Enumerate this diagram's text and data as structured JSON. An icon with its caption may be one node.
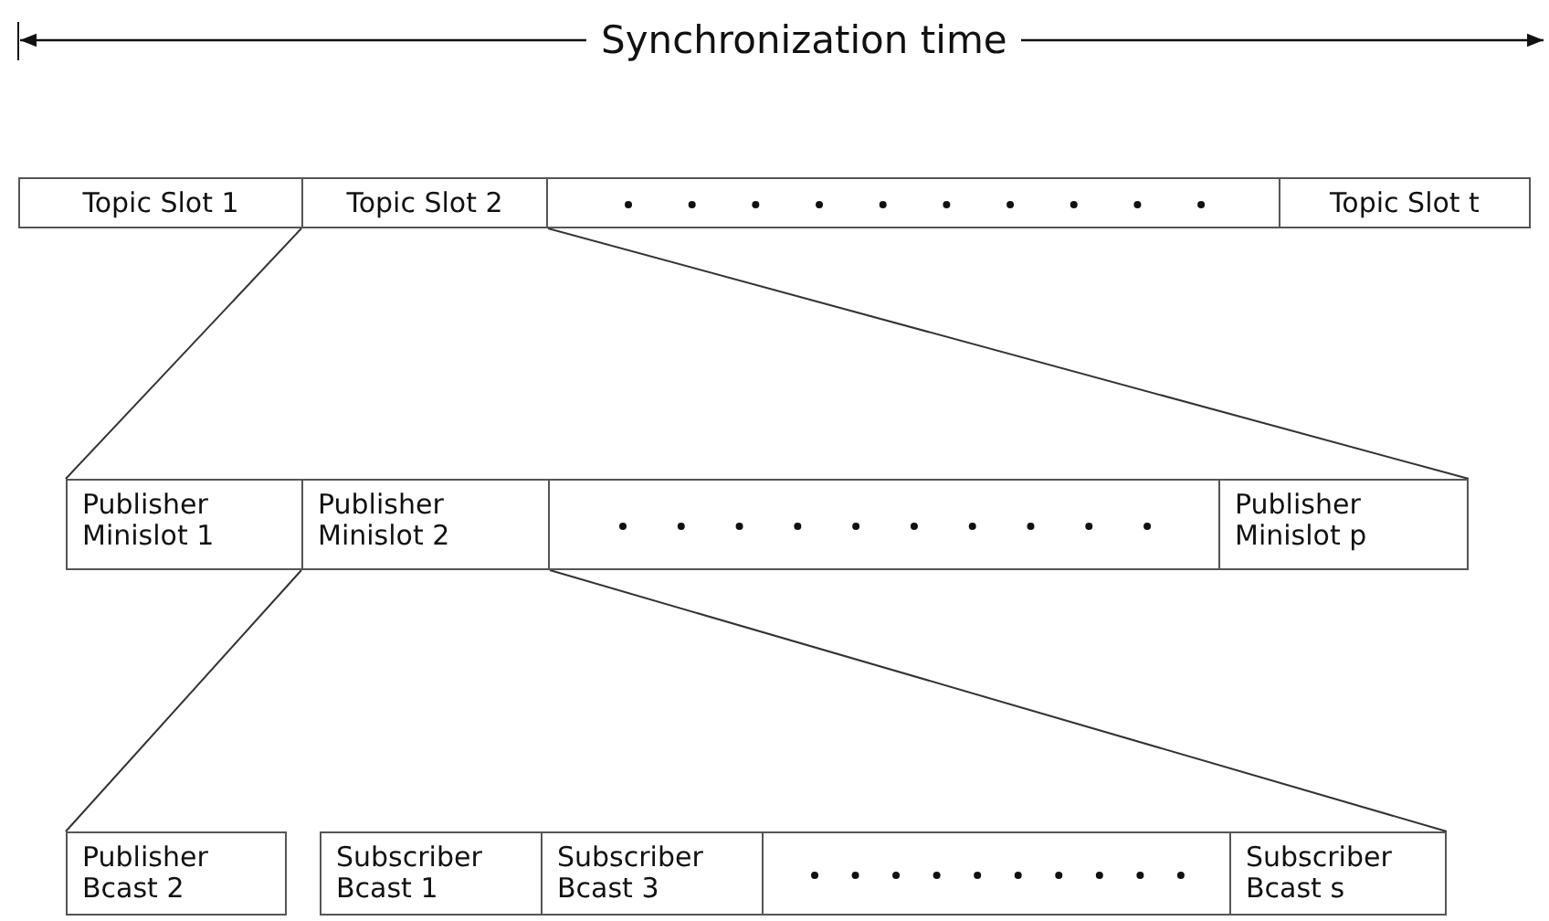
{
  "diagram": {
    "nodes": [
      {
        "text": [
          "Topic Slot 1"
        ]
      },
      {
        "text": [
          "Topic Slot 2"
        ]
      },
      {
        "text": [],
        "shape": "box"
      },
      {
        "text": [
          "Topic Slot t"
        ]
      },
      {
        "text": [
          "Publisher Minislot 1"
        ]
      },
      {
        "text": [
          "Publisher Minislot 2"
        ]
      },
      {
        "text": [],
        "shape": "box"
      },
      {
        "text": [
          "Publisher Minislot p"
        ]
      },
      {
        "text": [
          "Publisher Bcast 2"
        ]
      },
      {
        "text": [
          "Subscriber Bcast 1"
        ]
      },
      {
        "text": [
          "Subscriber Bcast 3"
        ]
      },
      {
        "text": [],
        "shape": "box"
      },
      {
        "text": [
          "Subscriber Bcast s"
        ]
      }
    ],
    "edges": [
      {
        "from": 1,
        "to": 4,
        "arrow": "none"
      },
      {
        "from": 1,
        "to": 7,
        "arrow": "none"
      },
      {
        "from": 5,
        "to": 8,
        "arrow": "none"
      },
      {
        "from": 5,
        "to": 12,
        "arrow": "none"
      }
    ],
    "labels": [
      "Synchronization time"
    ]
  }
}
